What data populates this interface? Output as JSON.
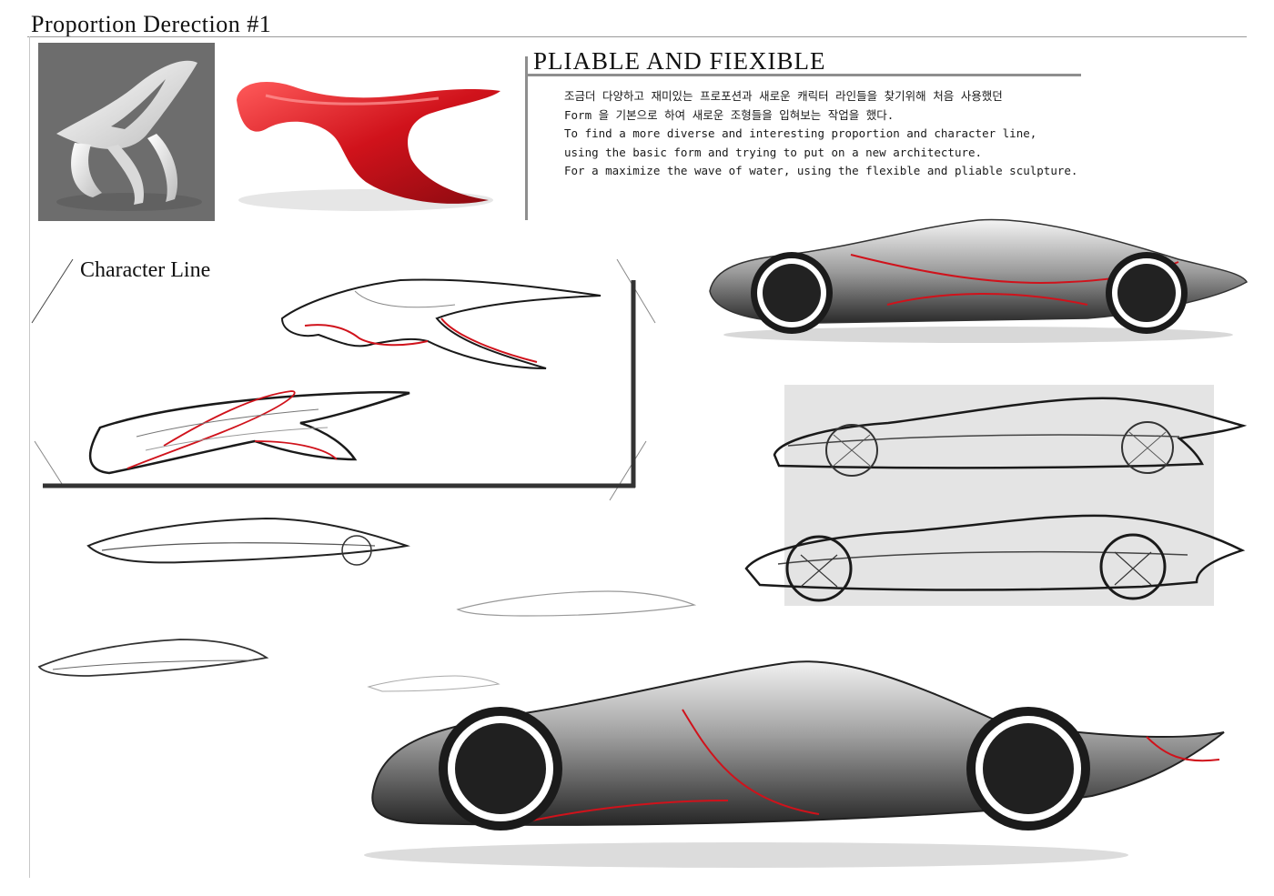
{
  "page": {
    "title": "Proportion Derection #1"
  },
  "concept": {
    "heading": "PLIABLE AND FIEXIBLE",
    "description_lines": [
      "조금더 다양하고 재미있는 프로포션과 새로운 캐릭터 라인들을 찾기위해 처음 사용했던",
      "Form 을 기본으로 하여 새로운 조형들을 입혀보는 작업을 했다.",
      "To find a more diverse and interesting proportion and character line,",
      "using the basic form and trying to put on a new architecture.",
      "For a maximize the wave of water, using the flexible and pliable sculpture."
    ]
  },
  "sketches": {
    "character_line_label": "Character Line"
  },
  "colors": {
    "accent_red": "#d0121b",
    "panel_gray": "#e4e4e4",
    "chair_bg": "#6d6d6d",
    "ink": "#1a1a1a"
  }
}
